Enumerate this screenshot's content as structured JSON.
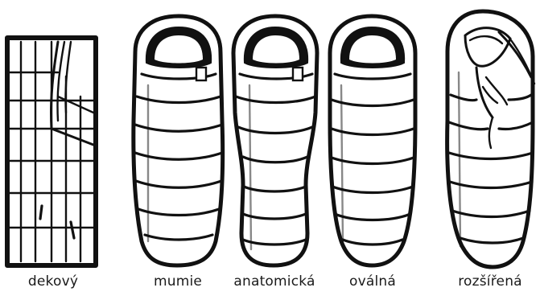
{
  "bags": [
    {
      "type_label": "dekový"
    },
    {
      "type_label": "mumie"
    },
    {
      "type_label": "anatomická"
    },
    {
      "type_label": "oválná"
    },
    {
      "type_label": "rozšířená"
    }
  ]
}
